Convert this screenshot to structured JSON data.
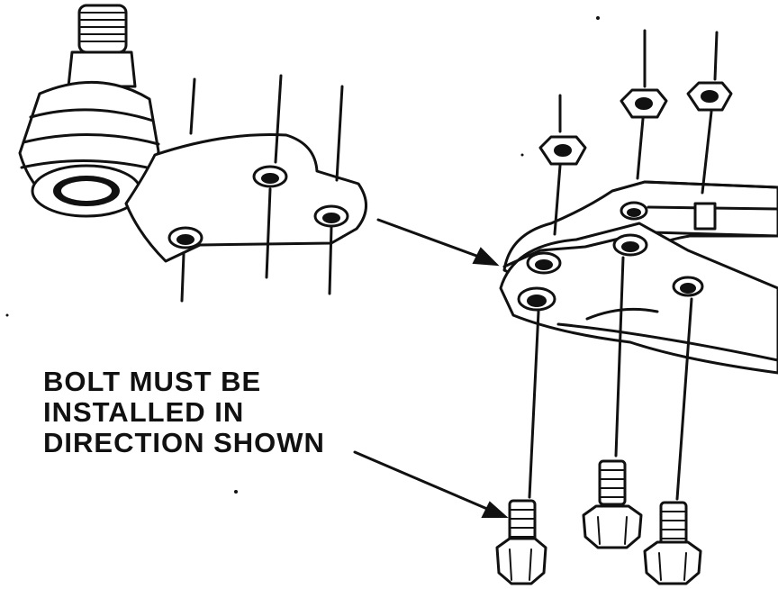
{
  "callout": {
    "lines": [
      "BOLT MUST BE",
      "INSTALLED IN",
      "DIRECTION SHOWN"
    ]
  },
  "colors": {
    "ink": "#111111",
    "paper": "#ffffff"
  }
}
